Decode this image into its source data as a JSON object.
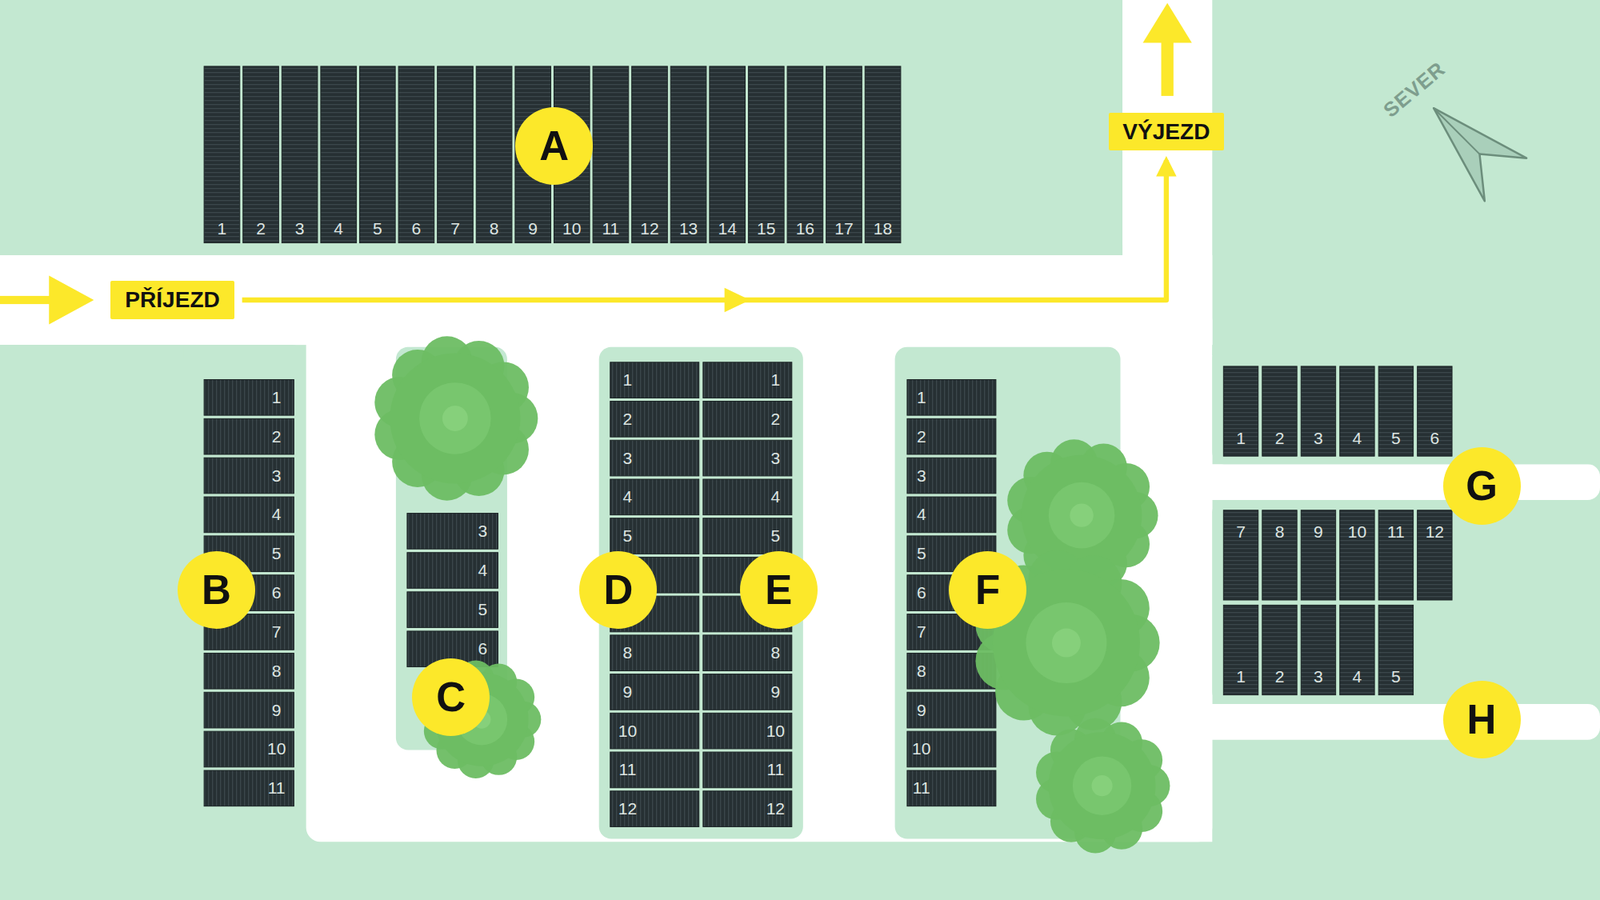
{
  "diagram": {
    "nodes": [
      {
        "text": [
          "PŘÍJEZD"
        ]
      },
      {
        "text": [
          "VÝJEZD"
        ]
      },
      {
        "text": [
          "A"
        ]
      },
      {
        "text": [
          "B"
        ]
      },
      {
        "text": [
          "C"
        ]
      },
      {
        "text": [
          "D"
        ]
      },
      {
        "text": [
          "E"
        ]
      },
      {
        "text": [
          "F"
        ]
      },
      {
        "text": [
          "G"
        ]
      },
      {
        "text": [
          "H"
        ]
      }
    ],
    "edges": [
      {
        "from": 0,
        "to": 1,
        "arrow": "to"
      }
    ],
    "labels": [
      "SEVER",
      "1",
      "2",
      "3",
      "4",
      "5",
      "6",
      "7",
      "8",
      "9",
      "10",
      "11",
      "12",
      "13",
      "14",
      "15",
      "16",
      "17",
      "18",
      "1",
      "2",
      "3",
      "4",
      "5",
      "6",
      "7",
      "8",
      "9",
      "10",
      "11",
      "3",
      "4",
      "5",
      "6",
      "1",
      "2",
      "3",
      "4",
      "5",
      "8",
      "9",
      "10",
      "11",
      "12",
      "1",
      "2",
      "3",
      "4",
      "5",
      "8",
      "9",
      "10",
      "11",
      "12",
      "1",
      "2",
      "3",
      "4",
      "5",
      "6",
      "7",
      "8",
      "9",
      "10",
      "11",
      "1",
      "2",
      "3",
      "4",
      "5",
      "6",
      "7",
      "8",
      "9",
      "10",
      "11",
      "12",
      "1",
      "2",
      "3",
      "4",
      "5"
    ]
  }
}
